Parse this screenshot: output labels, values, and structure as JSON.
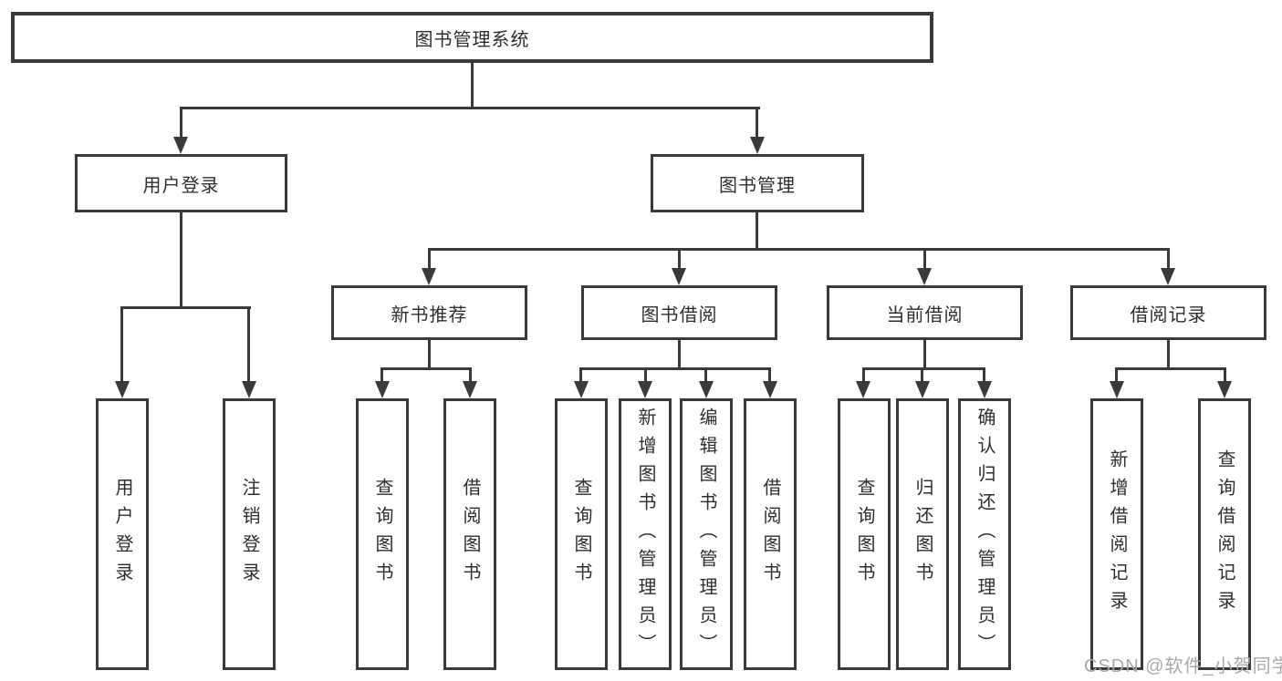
{
  "tree": {
    "root": "图书管理系统",
    "branches": [
      {
        "label": "用户登录",
        "children": [
          {
            "label": "用户登录"
          },
          {
            "label": "注销登录"
          }
        ]
      },
      {
        "label": "图书管理",
        "children": [
          {
            "label": "新书推荐",
            "children": [
              {
                "label": "查询图书"
              },
              {
                "label": "借阅图书"
              }
            ]
          },
          {
            "label": "图书借阅",
            "children": [
              {
                "label": "查询图书"
              },
              {
                "label": "新增图书（管理员）"
              },
              {
                "label": "编辑图书（管理员）"
              },
              {
                "label": "借阅图书"
              }
            ]
          },
          {
            "label": "当前借阅",
            "children": [
              {
                "label": "查询图书"
              },
              {
                "label": "归还图书"
              },
              {
                "label": "确认归还（管理员）"
              }
            ]
          },
          {
            "label": "借阅记录",
            "children": [
              {
                "label": "新增借阅记录"
              },
              {
                "label": "查询借阅记录"
              }
            ]
          }
        ]
      }
    ]
  },
  "watermark": {
    "text": "CSDN @软件_小贺同学"
  },
  "colors": {
    "line": "#3a3a3a",
    "text": "#2e2e2e",
    "watermark": "#a9a9a9",
    "background": "#ffffff"
  }
}
